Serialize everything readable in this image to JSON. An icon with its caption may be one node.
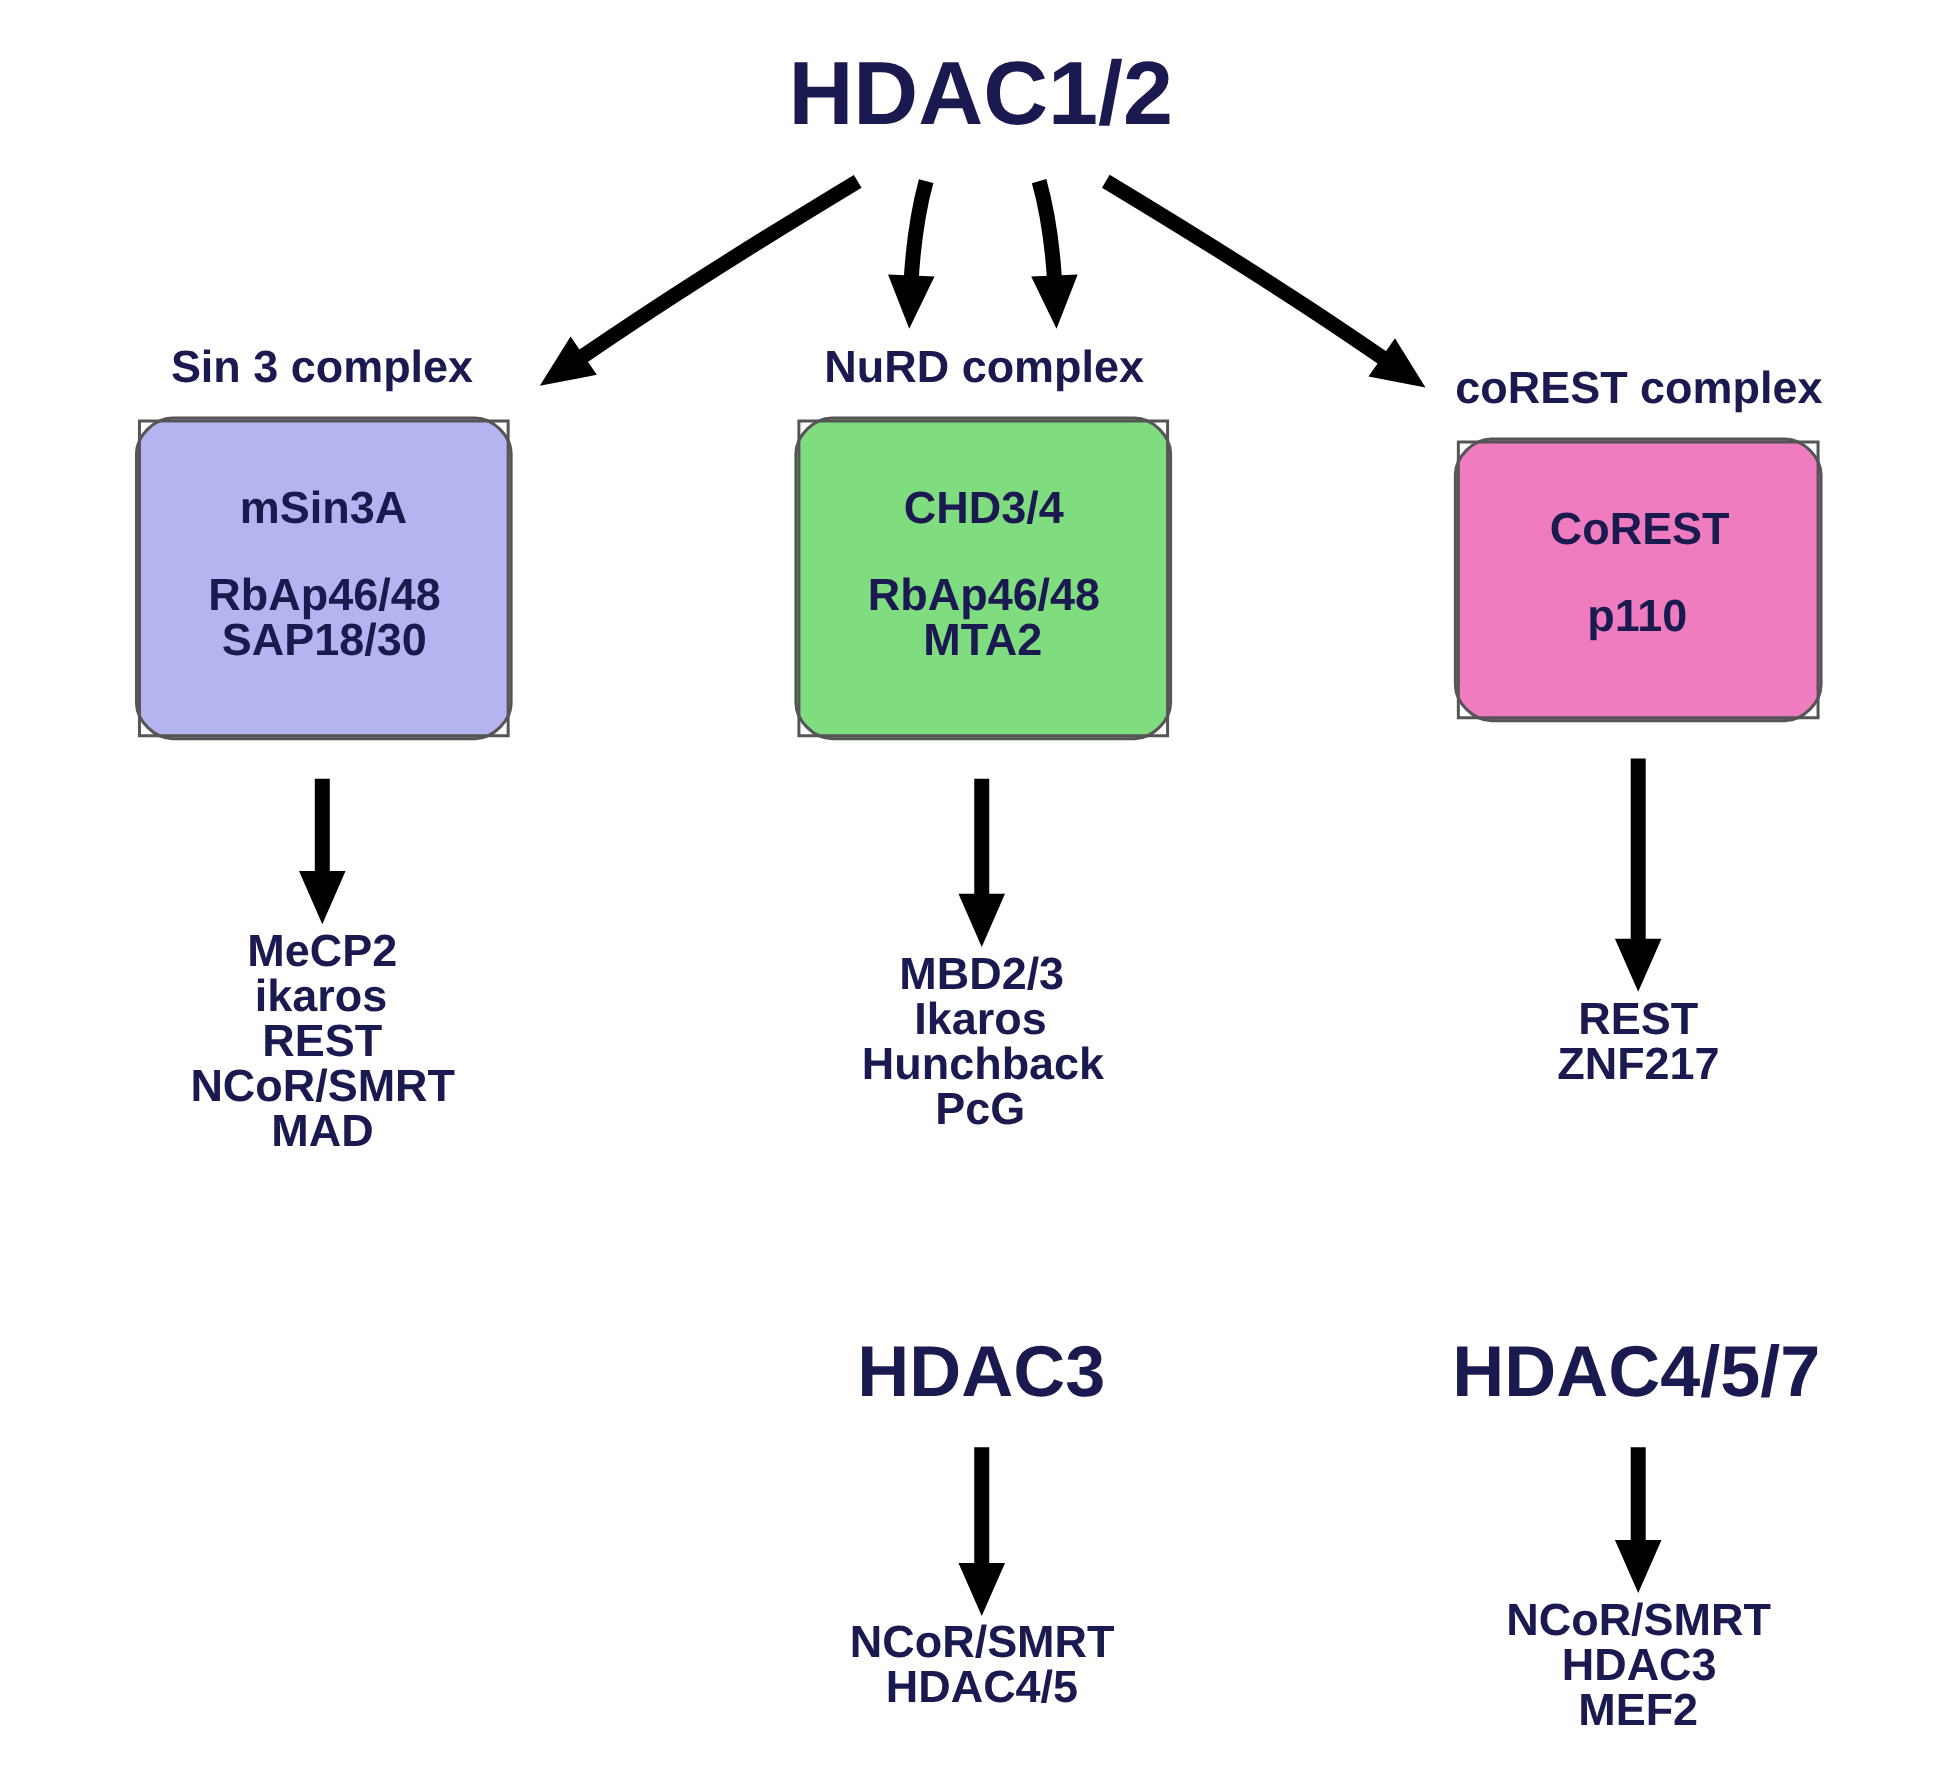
{
  "diagram": {
    "nodes": [
      {
        "text": [
          "HDAC1/2"
        ]
      },
      {
        "text": [
          "Sin 3 complex",
          "mSin3A",
          "RbAp46/48 SAP18/30"
        ]
      },
      {
        "text": [
          "NuRD complex",
          "CHD3/4",
          "RbAp46/48 MTA2"
        ]
      },
      {
        "text": [
          "coREST complex",
          "CoREST",
          "p110"
        ]
      },
      {
        "text": [
          "MeCP2 ikaros REST NCoR/SMRT MAD"
        ]
      },
      {
        "text": [
          "MBD2/3 Ikaros Hunchback PcG"
        ]
      },
      {
        "text": [
          "REST ZNF217"
        ]
      },
      {
        "text": [
          "HDAC3"
        ]
      },
      {
        "text": [
          "NCoR/SMRT HDAC4/5"
        ]
      },
      {
        "text": [
          "HDAC4/5/7"
        ]
      },
      {
        "text": [
          "NCoR/SMRT HDAC3 MEF2"
        ]
      }
    ],
    "edges": [
      {
        "from": 0,
        "to": 1,
        "arrow": "to"
      },
      {
        "from": 0,
        "to": 2,
        "arrow": "to"
      },
      {
        "from": 0,
        "to": 2,
        "arrow": "to"
      },
      {
        "from": 0,
        "to": 3,
        "arrow": "to"
      },
      {
        "from": 1,
        "to": 4,
        "arrow": "to"
      },
      {
        "from": 2,
        "to": 5,
        "arrow": "to"
      },
      {
        "from": 3,
        "to": 6,
        "arrow": "to"
      },
      {
        "from": 7,
        "to": 8,
        "arrow": "to"
      },
      {
        "from": 9,
        "to": 10,
        "arrow": "to"
      }
    ]
  }
}
